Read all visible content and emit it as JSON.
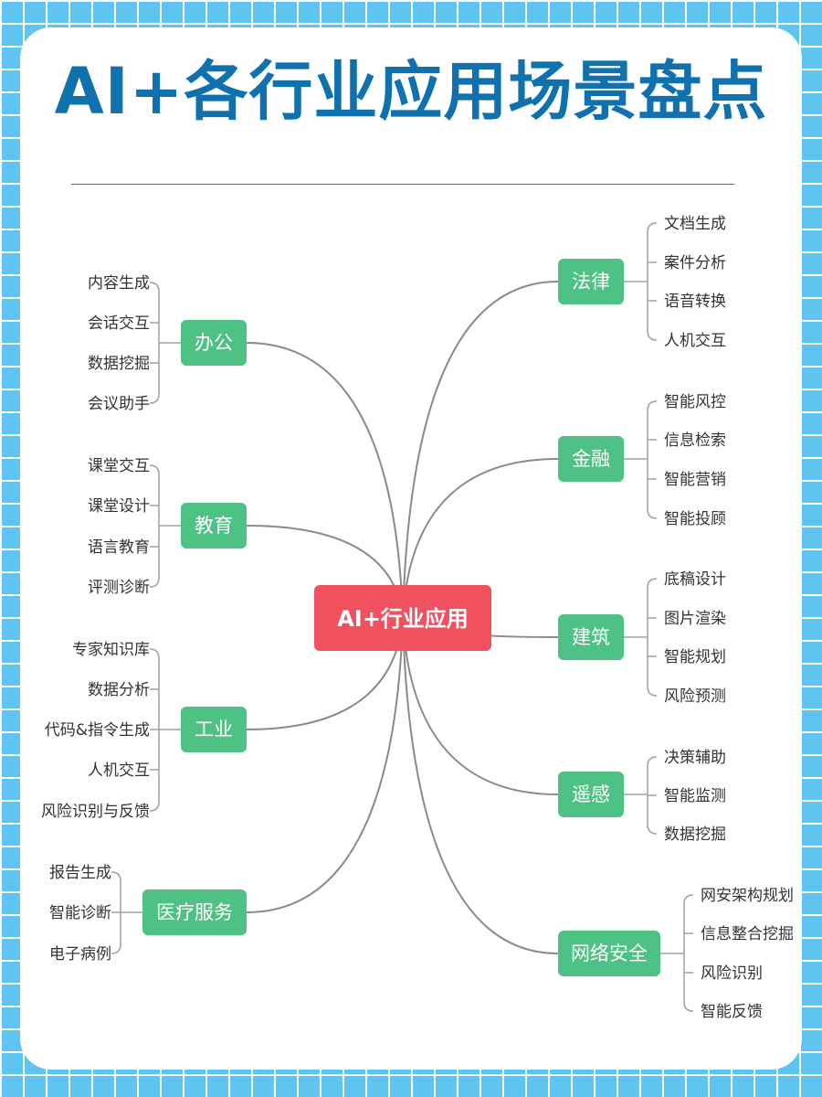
{
  "title": "AI+各行业应用场景盘点",
  "colors": {
    "branch": "#4ec184",
    "center": "#f0515f",
    "title": "#0f72ae"
  },
  "center": "AI+行业应用",
  "left_branches": [
    {
      "label": "办公",
      "leaves": [
        "内容生成",
        "会话交互",
        "数据挖掘",
        "会议助手"
      ]
    },
    {
      "label": "教育",
      "leaves": [
        "课堂交互",
        "课堂设计",
        "语言教育",
        "评测诊断"
      ]
    },
    {
      "label": "工业",
      "leaves": [
        "专家知识库",
        "数据分析",
        "代码&指令生成",
        "人机交互",
        "风险识别与反馈"
      ]
    },
    {
      "label": "医疗服务",
      "leaves": [
        "报告生成",
        "智能诊断",
        "电子病例"
      ]
    }
  ],
  "right_branches": [
    {
      "label": "法律",
      "leaves": [
        "文档生成",
        "案件分析",
        "语音转换",
        "人机交互"
      ]
    },
    {
      "label": "金融",
      "leaves": [
        "智能风控",
        "信息检索",
        "智能营销",
        "智能投顾"
      ]
    },
    {
      "label": "建筑",
      "leaves": [
        "底稿设计",
        "图片渲染",
        "智能规划",
        "风险预测"
      ]
    },
    {
      "label": "遥感",
      "leaves": [
        "决策辅助",
        "智能监测",
        "数据挖掘"
      ]
    },
    {
      "label": "网络安全",
      "leaves": [
        "网安架构规划",
        "信息整合挖掘",
        "风险识别",
        "智能反馈"
      ]
    }
  ]
}
